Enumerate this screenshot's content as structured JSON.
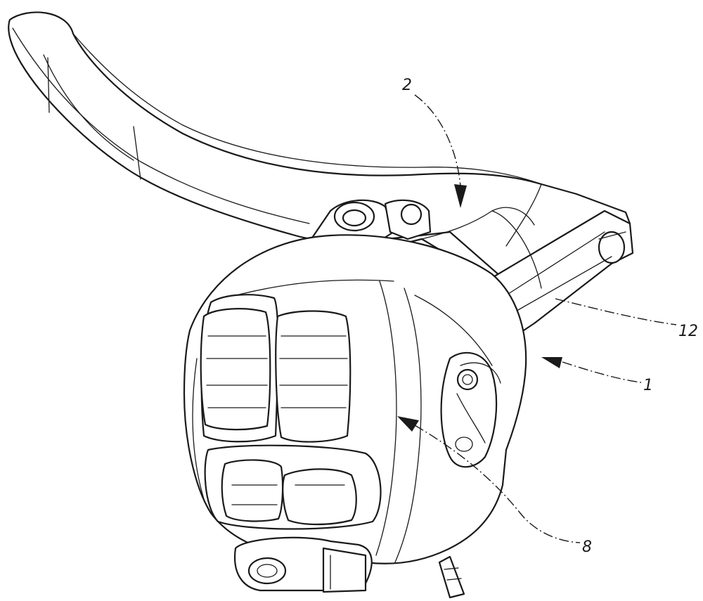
{
  "labels": {
    "ref_2": "2",
    "ref_12": "12",
    "ref_1": "1",
    "ref_8": "8"
  },
  "colors": {
    "line": "#1a1a1a",
    "background": "#ffffff"
  }
}
